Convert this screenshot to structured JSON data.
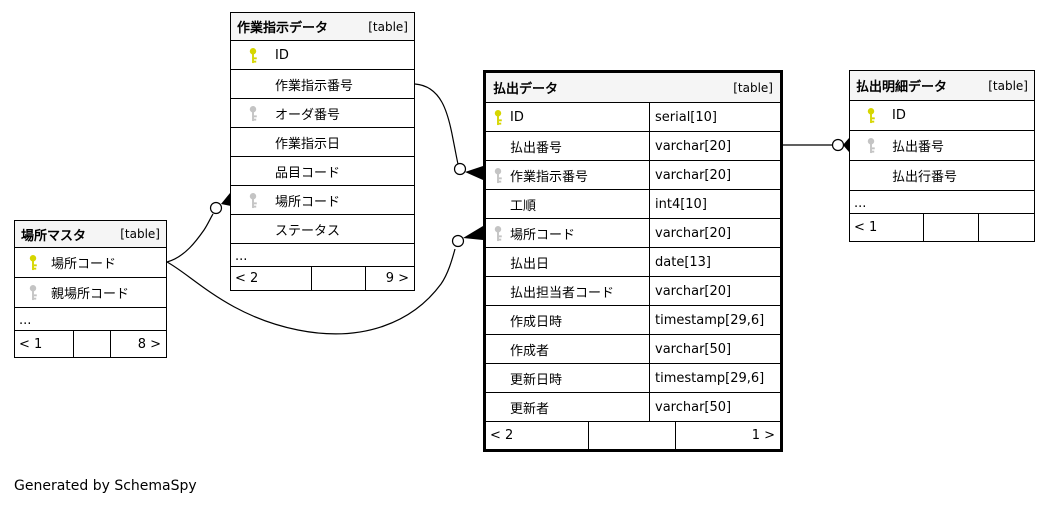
{
  "footer_note": "Generated by SchemaSpy",
  "colors": {
    "primary_key": "#d6d600",
    "foreign_key": "#c4c4c4",
    "header_bg": "#f5f5f5",
    "line": "#000000"
  },
  "tables": [
    {
      "title": "作業指示データ",
      "tag": "[table]",
      "columns": [
        {
          "name": "ID",
          "key": "primary"
        },
        {
          "name": "作業指示番号",
          "key": "none"
        },
        {
          "name": "オーダ番号",
          "key": "foreign"
        },
        {
          "name": "作業指示日",
          "key": "none"
        },
        {
          "name": "品目コード",
          "key": "none"
        },
        {
          "name": "場所コード",
          "key": "foreign"
        },
        {
          "name": "ステータス",
          "key": "none"
        }
      ],
      "ellipsis": "...",
      "footer": {
        "left": "< 2",
        "middle": "",
        "right": "9 >"
      }
    },
    {
      "title": "場所マスタ",
      "tag": "[table]",
      "columns": [
        {
          "name": "場所コード",
          "key": "primary"
        },
        {
          "name": "親場所コード",
          "key": "foreign"
        }
      ],
      "ellipsis": "...",
      "footer": {
        "left": "< 1",
        "middle": "",
        "right": "8 >"
      }
    },
    {
      "title": "払出データ",
      "tag": "[table]",
      "columns": [
        {
          "name": "ID",
          "type": "serial[10]",
          "key": "primary"
        },
        {
          "name": "払出番号",
          "type": "varchar[20]",
          "key": "none"
        },
        {
          "name": "作業指示番号",
          "type": "varchar[20]",
          "key": "foreign"
        },
        {
          "name": "工順",
          "type": "int4[10]",
          "key": "none"
        },
        {
          "name": "場所コード",
          "type": "varchar[20]",
          "key": "foreign"
        },
        {
          "name": "払出日",
          "type": "date[13]",
          "key": "none"
        },
        {
          "name": "払出担当者コード",
          "type": "varchar[20]",
          "key": "none"
        },
        {
          "name": "作成日時",
          "type": "timestamp[29,6]",
          "key": "none"
        },
        {
          "name": "作成者",
          "type": "varchar[50]",
          "key": "none"
        },
        {
          "name": "更新日時",
          "type": "timestamp[29,6]",
          "key": "none"
        },
        {
          "name": "更新者",
          "type": "varchar[50]",
          "key": "none"
        }
      ],
      "footer": {
        "left": "< 2",
        "middle": "",
        "right": "1 >"
      }
    },
    {
      "title": "払出明細データ",
      "tag": "[table]",
      "columns": [
        {
          "name": "ID",
          "key": "primary"
        },
        {
          "name": "払出番号",
          "key": "foreign"
        },
        {
          "name": "払出行番号",
          "key": "none"
        }
      ],
      "ellipsis": "...",
      "footer": {
        "left": "< 1",
        "middle": "",
        "right": ""
      }
    }
  ],
  "relationships": [
    {
      "from_table": "作業指示データ",
      "from_column": "作業指示番号",
      "to_table": "払出データ",
      "to_column": "作業指示番号"
    },
    {
      "from_table": "場所マスタ",
      "from_column": "場所コード",
      "to_table": "作業指示データ",
      "to_column": "場所コード"
    },
    {
      "from_table": "場所マスタ",
      "from_column": "場所コード",
      "to_table": "払出データ",
      "to_column": "場所コード"
    },
    {
      "from_table": "払出データ",
      "from_column": "払出番号",
      "to_table": "払出明細データ",
      "to_column": "払出番号"
    }
  ]
}
